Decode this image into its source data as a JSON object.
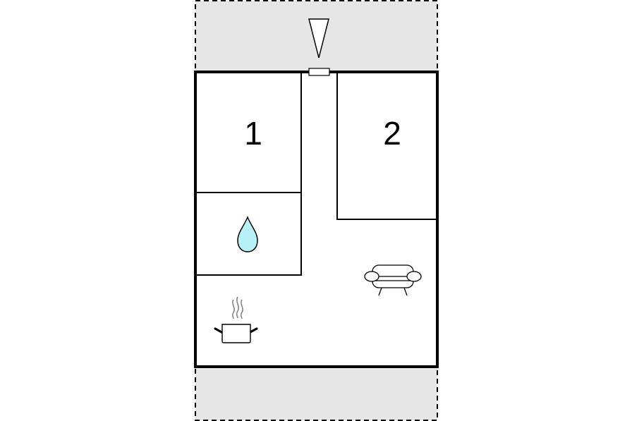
{
  "floorplan": {
    "rooms": [
      {
        "label": "1",
        "kind": "bedroom"
      },
      {
        "label": "2",
        "kind": "bedroom"
      }
    ],
    "icons": {
      "entrance": "entrance-arrow-icon",
      "bathroom": "water-drop-icon",
      "living": "sofa-icon",
      "kitchen": "cooking-pot-icon"
    },
    "colors": {
      "wall": "#000000",
      "outdoor_area": "#e6e6e6",
      "water_drop": "#b8f0f8",
      "steam": "#808080",
      "background": "#ffffff"
    }
  }
}
